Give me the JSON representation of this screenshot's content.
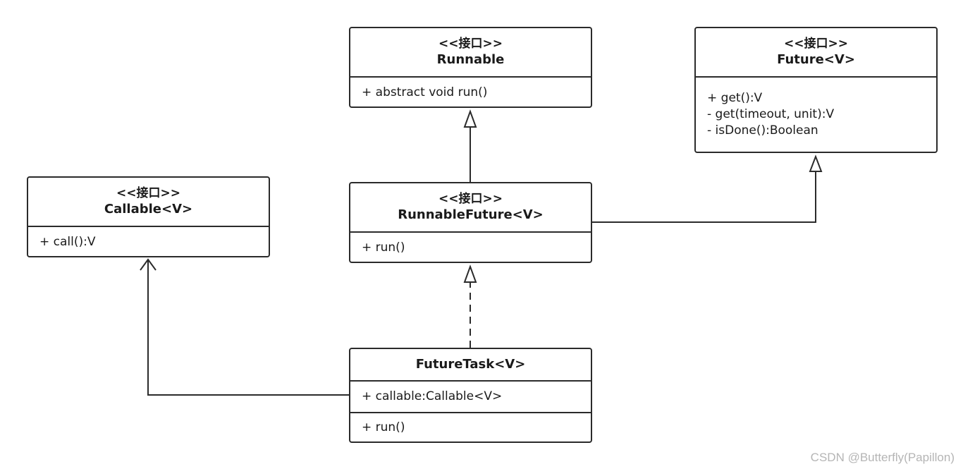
{
  "diagram": {
    "type": "uml-class-diagram",
    "classes": {
      "runnable": {
        "stereotype": "<<接口>>",
        "name": "Runnable",
        "methods": [
          "+ abstract void run()"
        ]
      },
      "future": {
        "stereotype": "<<接口>>",
        "name": "Future<V>",
        "methods": [
          "+ get():V",
          "- get(timeout, unit):V",
          "- isDone():Boolean"
        ]
      },
      "callable": {
        "stereotype": "<<接口>>",
        "name": "Callable<V>",
        "methods": [
          "+ call():V"
        ]
      },
      "runnable_future": {
        "stereotype": "<<接口>>",
        "name": "RunnableFuture<V>",
        "methods": [
          "+ run()"
        ]
      },
      "future_task": {
        "name": "FutureTask<V>",
        "attributes": [
          "+ callable:Callable<V>"
        ],
        "methods": [
          "+ run()"
        ]
      }
    },
    "relationships": [
      {
        "from": "RunnableFuture<V>",
        "to": "Runnable",
        "kind": "generalization",
        "line": "solid",
        "arrow": "hollow-triangle"
      },
      {
        "from": "RunnableFuture<V>",
        "to": "Future<V>",
        "kind": "generalization",
        "line": "solid",
        "arrow": "hollow-triangle"
      },
      {
        "from": "FutureTask<V>",
        "to": "RunnableFuture<V>",
        "kind": "realization",
        "line": "dashed",
        "arrow": "hollow-triangle"
      },
      {
        "from": "FutureTask<V>",
        "to": "Callable<V>",
        "kind": "association",
        "line": "solid",
        "arrow": "open"
      }
    ]
  },
  "watermark": "CSDN @Butterfly(Papillon)",
  "colors": {
    "line": "#2b2b2b",
    "background": "#ffffff",
    "watermark": "#b5b5b5"
  }
}
